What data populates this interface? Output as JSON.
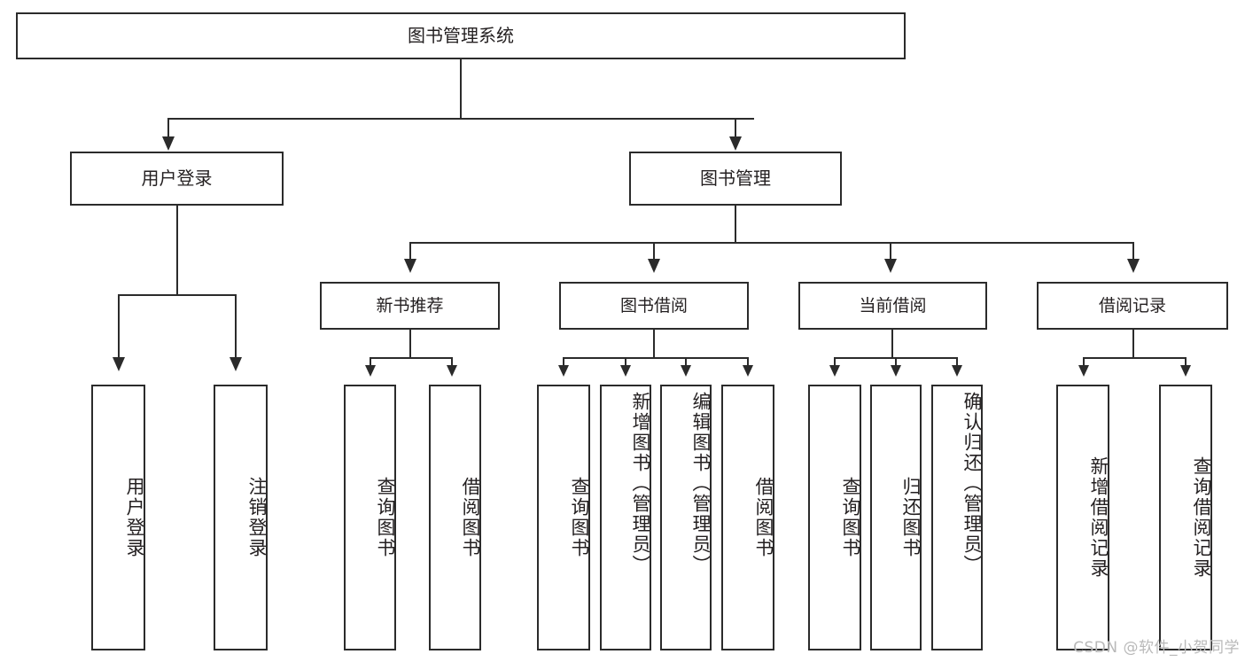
{
  "diagram": {
    "type": "tree-hierarchy",
    "title": "图书管理系统",
    "root": {
      "label": "图书管理系统"
    },
    "level2": [
      {
        "id": "user-login",
        "label": "用户登录"
      },
      {
        "id": "book-management",
        "label": "图书管理"
      }
    ],
    "level3": [
      {
        "id": "new-book-recommend",
        "label": "新书推荐",
        "parent": "book-management"
      },
      {
        "id": "book-borrow",
        "label": "图书借阅",
        "parent": "book-management"
      },
      {
        "id": "current-borrow",
        "label": "当前借阅",
        "parent": "book-management"
      },
      {
        "id": "borrow-record",
        "label": "借阅记录",
        "parent": "book-management"
      }
    ],
    "leaves": [
      {
        "id": "leaf-user-login",
        "label": "用户登录",
        "parent": "user-login"
      },
      {
        "id": "leaf-user-logout",
        "label": "注销登录",
        "parent": "user-login"
      },
      {
        "id": "leaf-query-book-1",
        "label": "查询图书",
        "parent": "new-book-recommend"
      },
      {
        "id": "leaf-borrow-book-1",
        "label": "借阅图书",
        "parent": "new-book-recommend"
      },
      {
        "id": "leaf-query-book-2",
        "label": "查询图书",
        "parent": "book-borrow"
      },
      {
        "id": "leaf-add-book",
        "label": "新增图书（管理员）",
        "parent": "book-borrow"
      },
      {
        "id": "leaf-edit-book",
        "label": "编辑图书（管理员）",
        "parent": "book-borrow"
      },
      {
        "id": "leaf-borrow-book-2",
        "label": "借阅图书",
        "parent": "book-borrow"
      },
      {
        "id": "leaf-query-book-3",
        "label": "查询图书",
        "parent": "current-borrow"
      },
      {
        "id": "leaf-return-book",
        "label": "归还图书",
        "parent": "current-borrow"
      },
      {
        "id": "leaf-confirm-return",
        "label": "确认归还（管理员）",
        "parent": "current-borrow"
      },
      {
        "id": "leaf-add-record",
        "label": "新增借阅记录",
        "parent": "borrow-record"
      },
      {
        "id": "leaf-query-record",
        "label": "查询借阅记录",
        "parent": "borrow-record"
      }
    ],
    "colors": {
      "stroke": "#2b2b2b",
      "fill": "#ffffff",
      "text": "#231f20",
      "watermark": "#b9b9b9"
    }
  },
  "watermark": {
    "text": "CSDN @软件_小贺同学"
  }
}
